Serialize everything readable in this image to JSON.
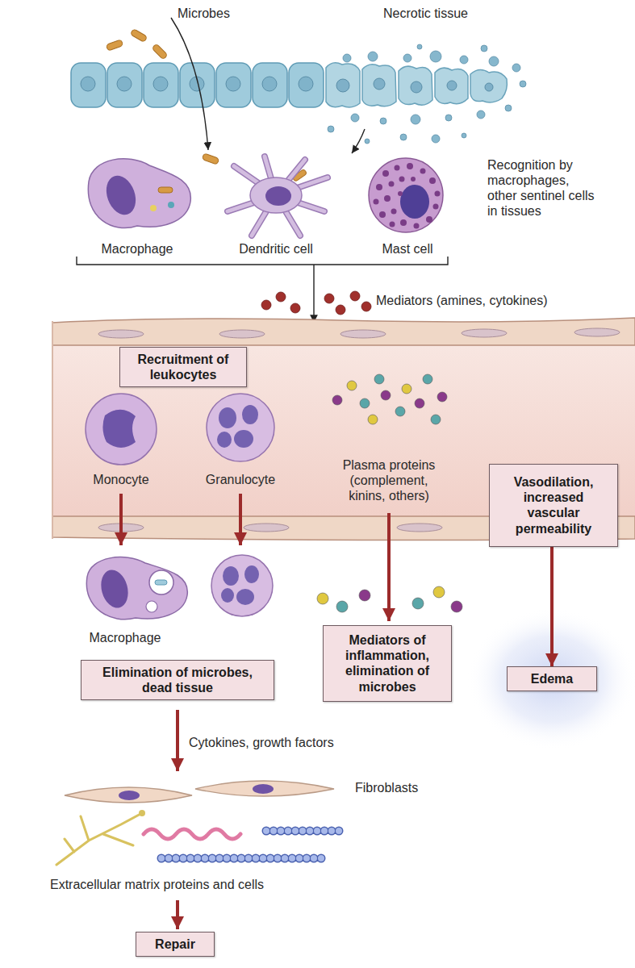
{
  "diagram": {
    "nodes": [
      {
        "text": [
          "Recruitment of leukocytes"
        ]
      },
      {
        "text": [
          "Vasodilation, increased vascular permeability"
        ]
      },
      {
        "text": [
          "Elimination of microbes, dead tissue"
        ]
      },
      {
        "text": [
          "Mediators of inflammation, elimination of microbes"
        ]
      },
      {
        "text": [
          "Edema"
        ]
      },
      {
        "text": [
          "Repair"
        ]
      }
    ],
    "edges": [
      {
        "from": 1,
        "to": 4,
        "arrow": "to"
      }
    ],
    "labels": [
      "Microbes",
      "Necrotic tissue",
      "Macrophage",
      "Dendritic cell",
      "Mast cell",
      "Recognition by macrophages, other sentinel cells in tissues",
      "Mediators (amines, cytokines)",
      "Monocyte",
      "Granulocyte",
      "Plasma proteins (complement, kinins, others)",
      "Macrophage",
      "Cytokines, growth factors",
      "Fibroblasts",
      "Extracellular matrix proteins and cells"
    ]
  }
}
